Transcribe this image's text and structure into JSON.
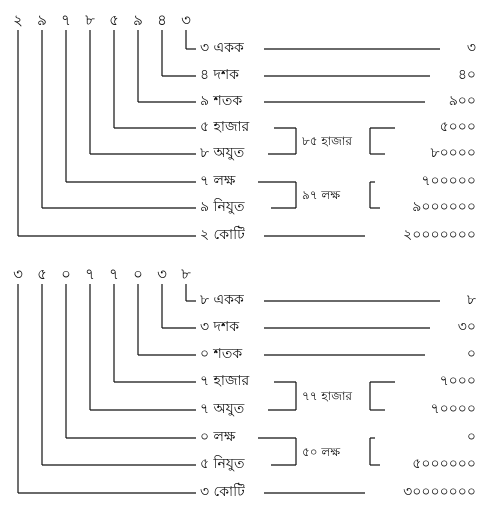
{
  "diagrams": [
    {
      "digits": [
        "২",
        "৯",
        "৭",
        "৮",
        "৫",
        "৯",
        "৪",
        "৩"
      ],
      "rows": [
        {
          "label": "৩ একক",
          "value": "৩"
        },
        {
          "label": "৪ দশক",
          "value": "৪০"
        },
        {
          "label": "৯ শতক",
          "value": "৯০০"
        },
        {
          "label": "৫ হাজার",
          "value": "৫০০০"
        },
        {
          "label": "৮ অযুত",
          "value": "৮০০০০"
        },
        {
          "label": "৭ লক্ষ",
          "value": "৭০০০০০"
        },
        {
          "label": "৯ নিযুত",
          "value": "৯০০০০০০"
        },
        {
          "label": "২ কোটি",
          "value": "২০০০০০০০"
        }
      ],
      "groups": [
        {
          "label": "৮৫ হাজার"
        },
        {
          "label": "৯৭ লক্ষ"
        }
      ]
    },
    {
      "digits": [
        "৩",
        "৫",
        "০",
        "৭",
        "৭",
        "০",
        "৩",
        "৮"
      ],
      "rows": [
        {
          "label": "৮ একক",
          "value": "৮"
        },
        {
          "label": "৩ দশক",
          "value": "৩০"
        },
        {
          "label": "০ শতক",
          "value": "০"
        },
        {
          "label": "৭ হাজার",
          "value": "৭০০০"
        },
        {
          "label": "৭ অযুত",
          "value": "৭০০০০"
        },
        {
          "label": "০ লক্ষ",
          "value": "০"
        },
        {
          "label": "৫ নিযুত",
          "value": "৫০০০০০০"
        },
        {
          "label": "৩ কোটি",
          "value": "৩০০০০০০০"
        }
      ],
      "groups": [
        {
          "label": "৭৭ হাজার"
        },
        {
          "label": "৫০ লক্ষ"
        }
      ]
    }
  ]
}
